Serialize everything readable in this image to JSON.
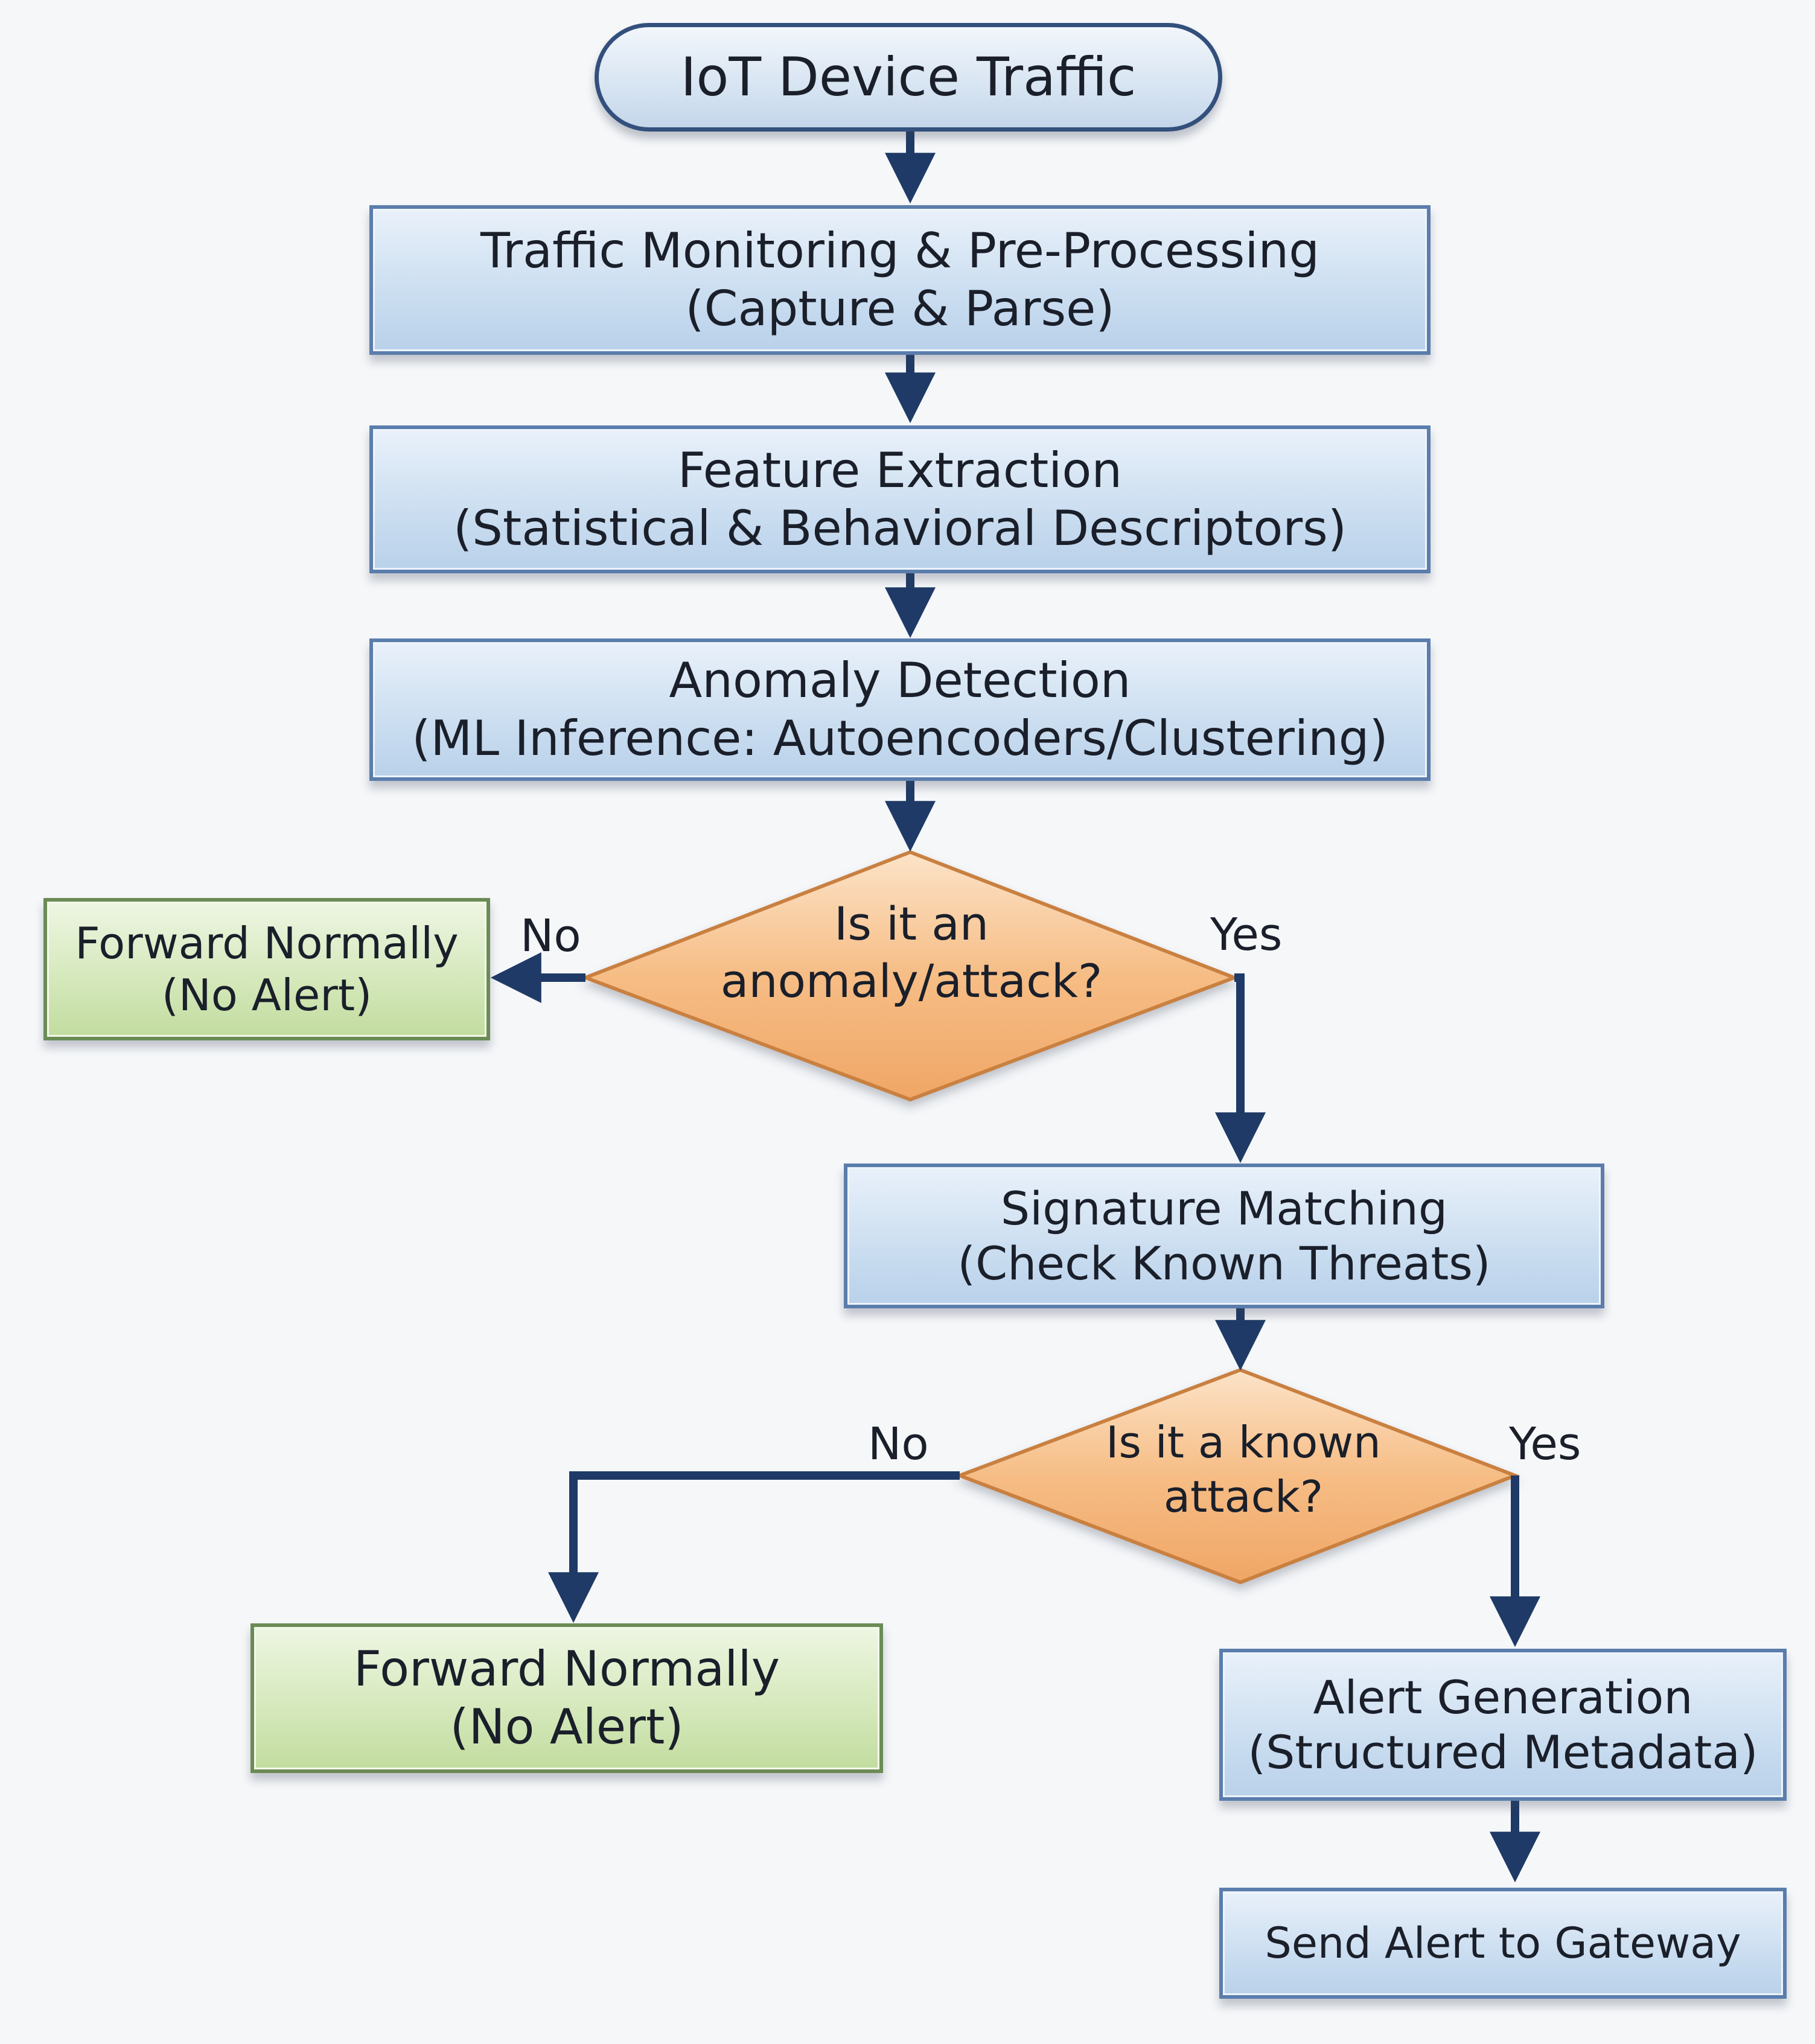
{
  "nodes": {
    "iot_traffic": {
      "line1": "IoT Device Traffic"
    },
    "monitoring": {
      "line1": "Traffic Monitoring & Pre-Processing",
      "line2": "(Capture & Parse)"
    },
    "feature_extraction": {
      "line1": "Feature Extraction",
      "line2": "(Statistical & Behavioral Descriptors)"
    },
    "anomaly_detection": {
      "line1": "Anomaly Detection",
      "line2": "(ML Inference: Autoencoders/Clustering)"
    },
    "decision_anomaly": {
      "line1": "Is it an",
      "line2": "anomaly/attack?"
    },
    "forward_normally_1": {
      "line1": "Forward Normally",
      "line2": "(No Alert)"
    },
    "signature_matching": {
      "line1": "Signature Matching",
      "line2": "(Check Known Threats)"
    },
    "decision_known": {
      "line1": "Is it a known",
      "line2": "attack?"
    },
    "forward_normally_2": {
      "line1": "Forward Normally",
      "line2": "(No Alert)"
    },
    "alert_generation": {
      "line1": "Alert Generation",
      "line2": "(Structured Metadata)"
    },
    "send_alert": {
      "line1": "Send Alert to Gateway"
    }
  },
  "edges": {
    "anomaly_no": "No",
    "anomaly_yes": "Yes",
    "known_no": "No",
    "known_yes": "Yes"
  },
  "colors": {
    "process_fill": "#cddff1",
    "process_border": "#5a7dac",
    "terminal_fill": "#d6e9bd",
    "terminal_border": "#6b8b55",
    "decision_fill": "#f6b57c",
    "decision_border": "#c9803f",
    "arrow": "#1f3a66"
  }
}
